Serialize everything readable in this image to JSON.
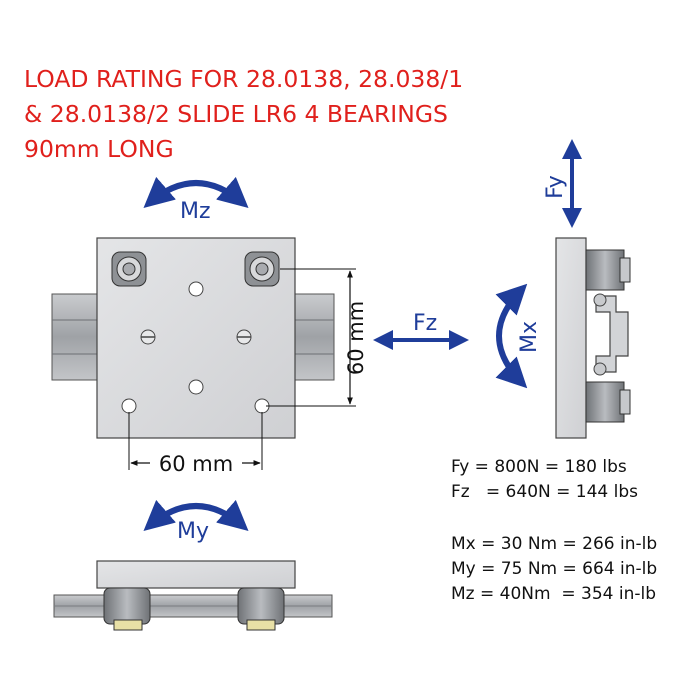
{
  "title": {
    "line1": "LOAD RATING FOR 28.0138, 28.038/1",
    "line2": "& 28.0138/2 SLIDE LR6 4 BEARINGS",
    "line3": "90mm LONG"
  },
  "arrows": {
    "mz": "Mz",
    "my": "My",
    "fz": "Fz",
    "fy": "Fy",
    "mx": "Mx"
  },
  "dimensions": {
    "horizontal": "60 mm",
    "vertical": "60 mm"
  },
  "specs": {
    "fy": "Fy = 800N = 180 lbs",
    "fz": "Fz   = 640N = 144 lbs",
    "mx": "Mx = 30 Nm = 266 in-lb",
    "my": "My = 75 Nm = 664 in-lb",
    "mz": "Mz = 40Nm  = 354 in-lb"
  },
  "colors": {
    "title": "#e0201c",
    "arrow": "#1f3d9a",
    "plate": "#d9dadc"
  }
}
